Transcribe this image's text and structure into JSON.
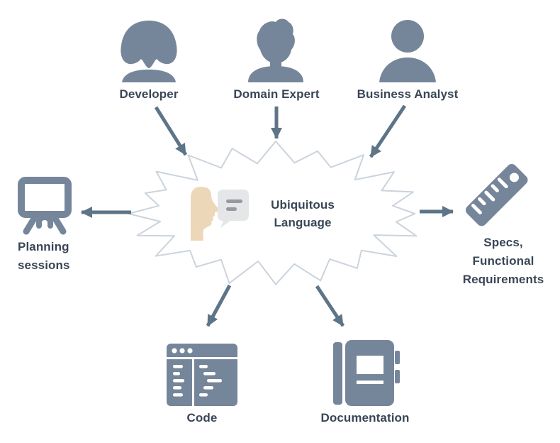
{
  "diagram": {
    "center": {
      "icon": "speaking-face-icon",
      "line1": "Ubiquitous",
      "line2": "Language"
    },
    "actors": [
      {
        "id": "developer",
        "icon": "woman-user-icon",
        "label": "Developer"
      },
      {
        "id": "domain-expert",
        "icon": "man-user-icon",
        "label": "Domain Expert"
      },
      {
        "id": "business-analyst",
        "icon": "person-user-icon",
        "label": "Business Analyst"
      }
    ],
    "artifacts": {
      "planning": {
        "icon": "easel-icon",
        "line1": "Planning",
        "line2": "sessions"
      },
      "specs": {
        "icon": "ruler-icon",
        "line1": "Specs,",
        "line2": "Functional",
        "line3": "Requirements"
      },
      "code": {
        "icon": "code-window-icon",
        "label": "Code"
      },
      "documentation": {
        "icon": "notebook-icon",
        "label": "Documentation"
      }
    },
    "colors": {
      "icon": "#76869A",
      "arrow": "#5E7487",
      "text": "#3A4656",
      "cloud_outline": "#CBD3DC",
      "face_skin": "#EDD7B9",
      "speech_bubble": "#E5E6E8",
      "speech_lines": "#97999E"
    }
  }
}
